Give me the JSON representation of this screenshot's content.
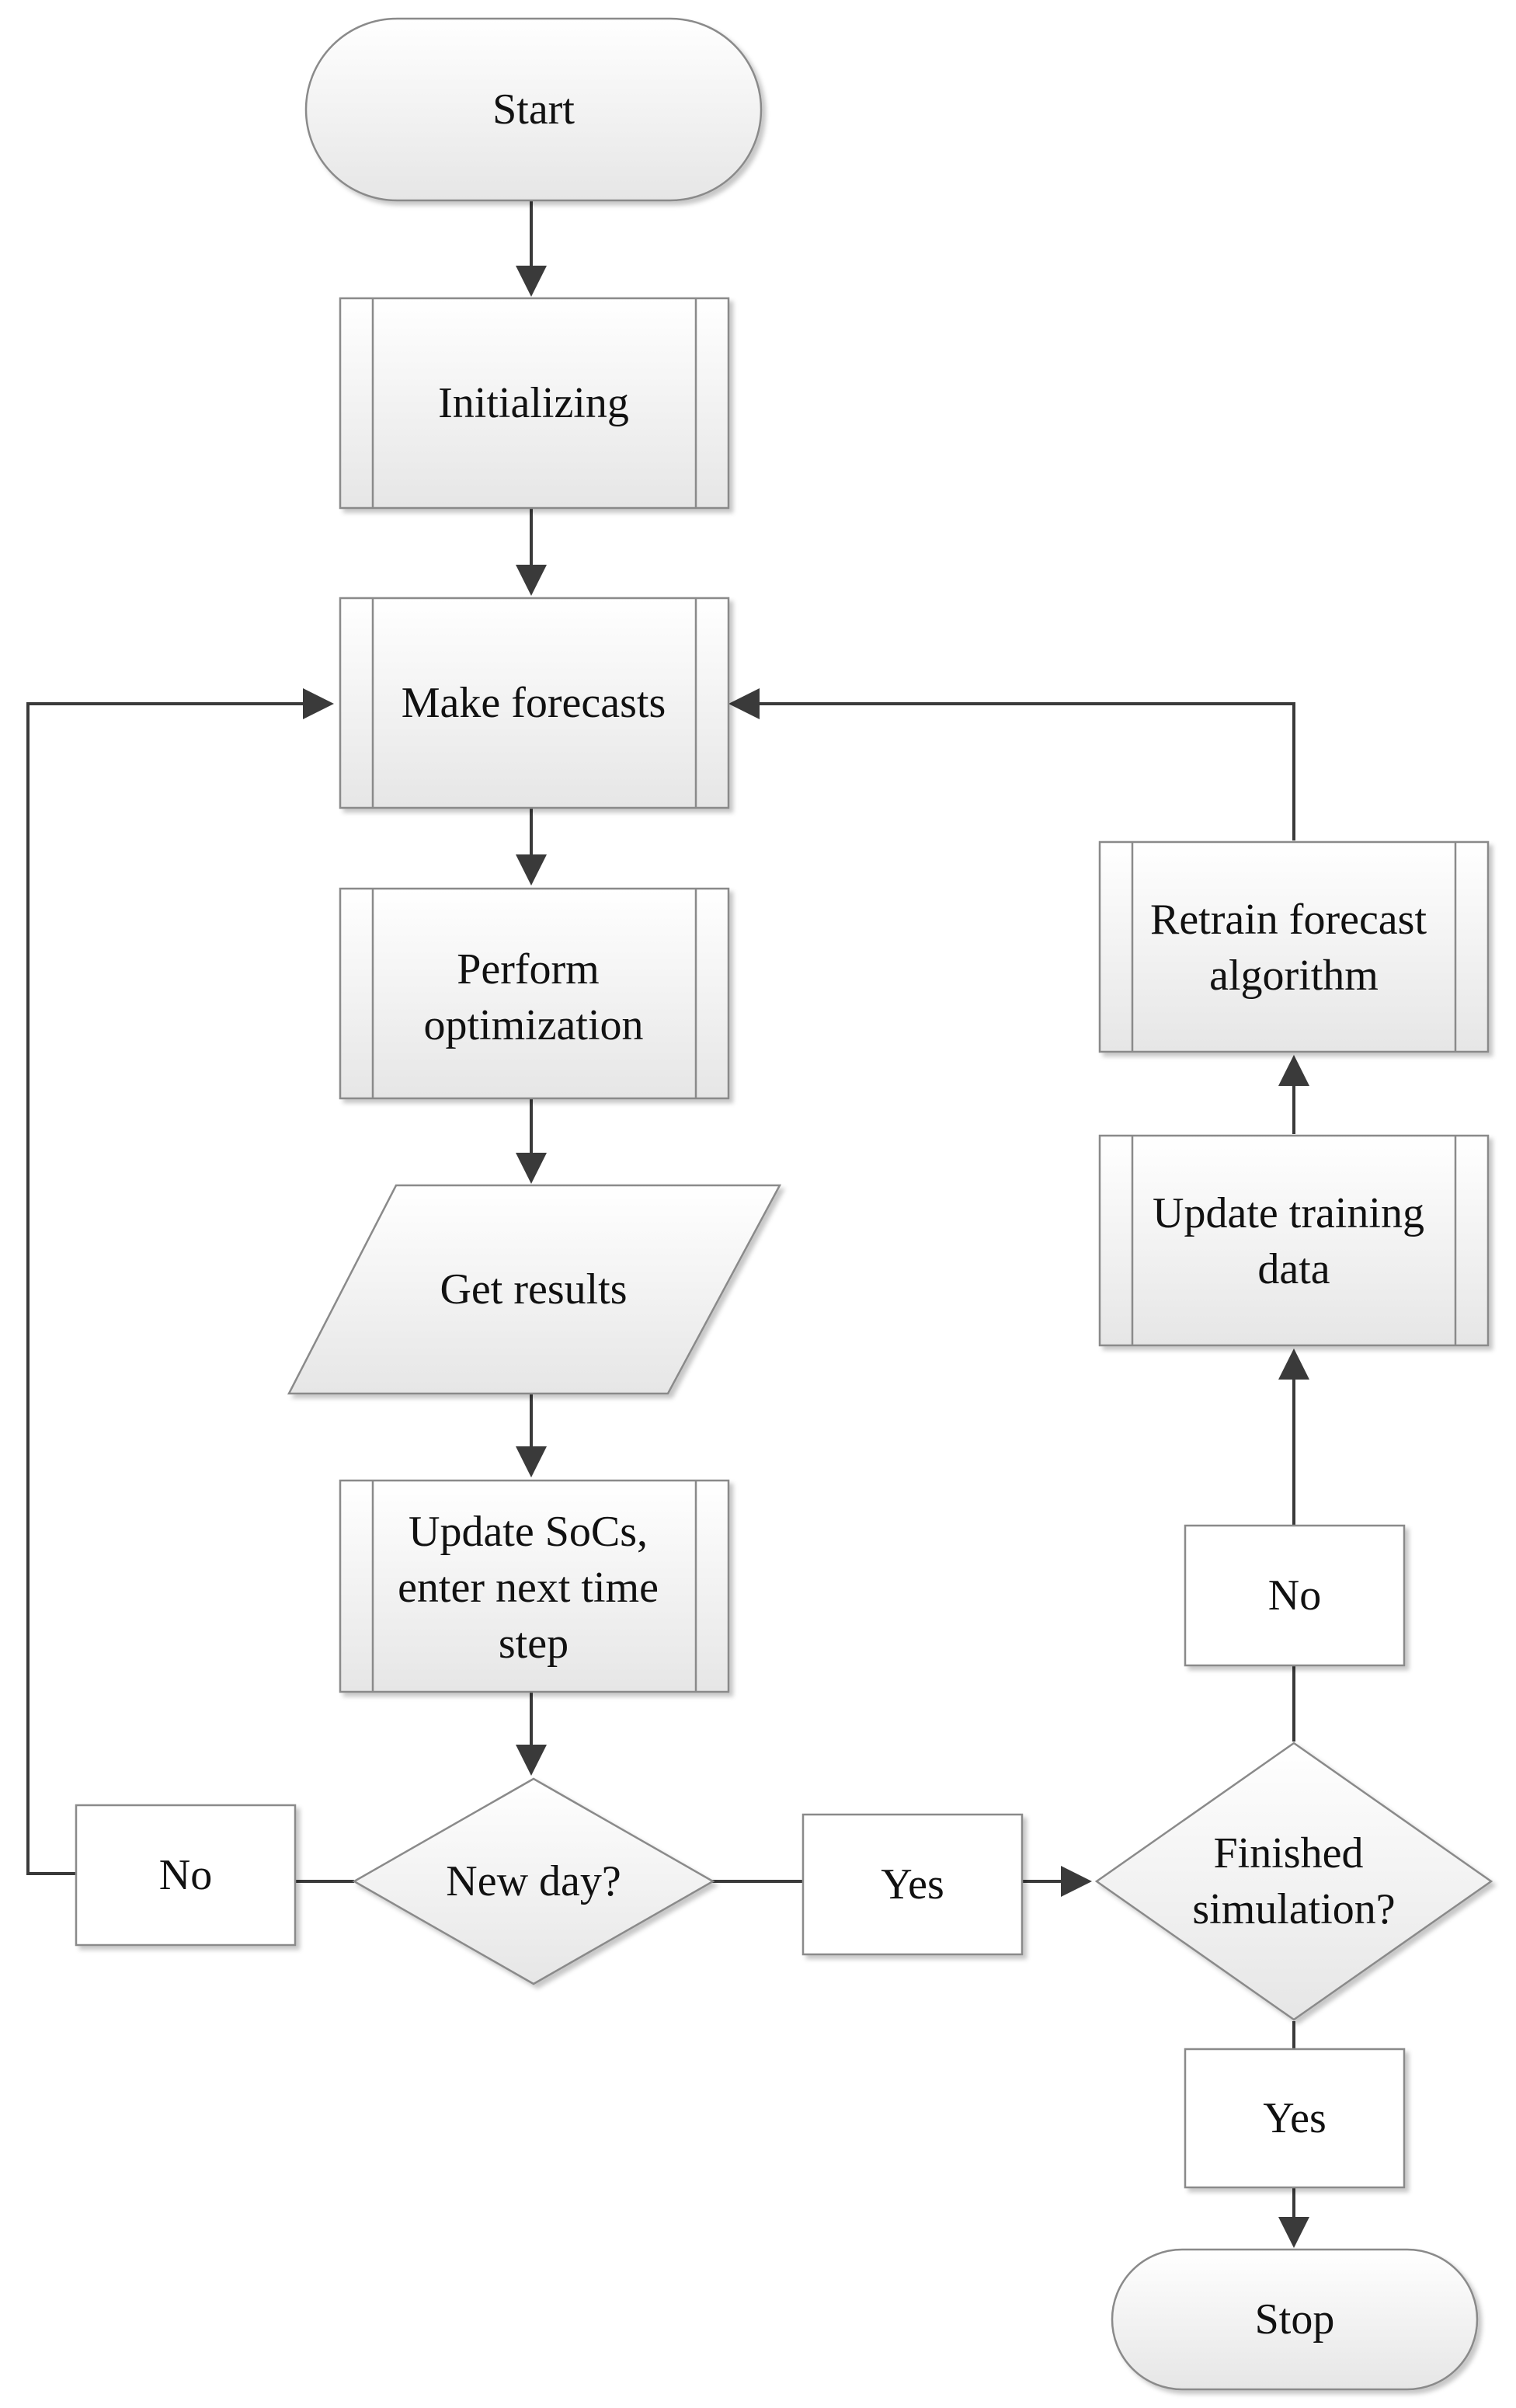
{
  "nodes": {
    "start": "Start",
    "initializing": "Initializing",
    "make_forecasts": "Make forecasts",
    "perform_optimization": [
      "Perform",
      "optimization"
    ],
    "get_results": "Get results",
    "update_socs": [
      "Update SoCs,",
      "enter next time",
      "step"
    ],
    "new_day": "New day?",
    "no_new_day": "No",
    "yes_new_day": "Yes",
    "finished_simulation": [
      "Finished",
      "simulation?"
    ],
    "no_finished": "No",
    "yes_finished": "Yes",
    "stop": "Stop",
    "update_training_data": [
      "Update training",
      "data"
    ],
    "retrain_forecast": [
      "Retrain forecast",
      "algorithm"
    ]
  },
  "colors": {
    "stroke": "#8a8a8a",
    "connector": "#3a3a3a",
    "fill_light": "#ffffff",
    "fill_dark": "#e6e6e6"
  }
}
